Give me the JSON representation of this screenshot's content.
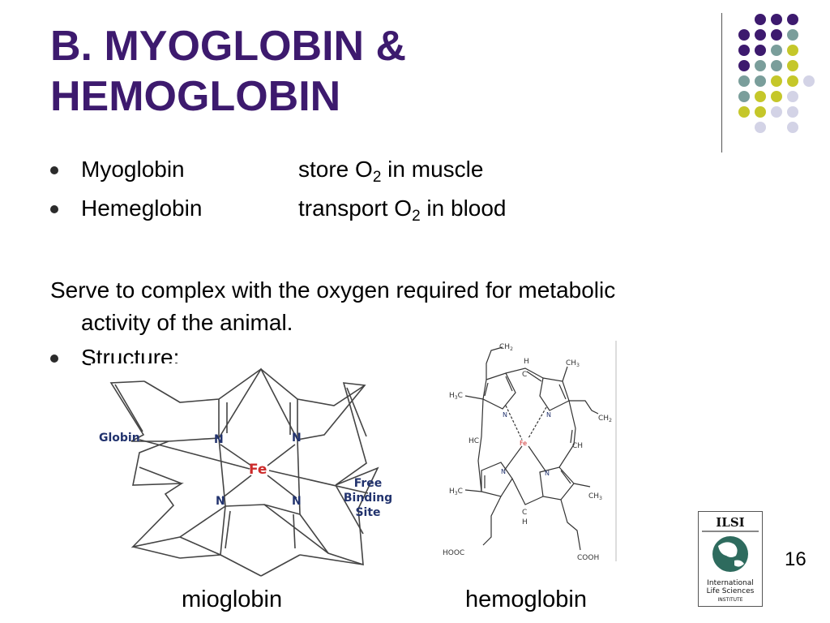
{
  "slide": {
    "title": "B. MYOGLOBIN & HEMOGLOBIN",
    "bullets": [
      {
        "label": "Myoglobin",
        "desc_pre": "store O",
        "desc_sub": "2",
        "desc_post": " in muscle"
      },
      {
        "label": "Hemeglobin",
        "desc_pre": "transport O",
        "desc_sub": "2",
        "desc_post": " in blood"
      }
    ],
    "paragraph": "Serve to complex with the oxygen required for metabolic activity of the animal.",
    "structure_label": "Structure:",
    "page_number": "16"
  },
  "diagram_myoglobin": {
    "globin": "Globin",
    "fe": "Fe",
    "n": "N",
    "free1": "Free",
    "free2": "Binding",
    "free3": "Site",
    "caption": "mioglobin"
  },
  "diagram_hemoglobin": {
    "ch2": "CH",
    "ch3": "CH",
    "h3c": "H",
    "c": "C",
    "h": "H",
    "hc": "HC",
    "n": "N",
    "fe": "Fe",
    "ch": "CH",
    "hooc": "HOOC",
    "cooh": "COOH",
    "caption": "hemoglobin"
  },
  "logo": {
    "abbr": "ILSI",
    "line1": "International",
    "line2": "Life Sciences",
    "line3": "INSTITUTE"
  },
  "colors": {
    "title": "#3d1a6e",
    "purple_dot": "#3d1a6e",
    "teal_dot": "#7a9e9b",
    "olive_dot": "#c5c72a",
    "lavender_dot": "#d3d3e6",
    "label_navy": "#22336e",
    "fe_red": "#cc2a2a"
  }
}
